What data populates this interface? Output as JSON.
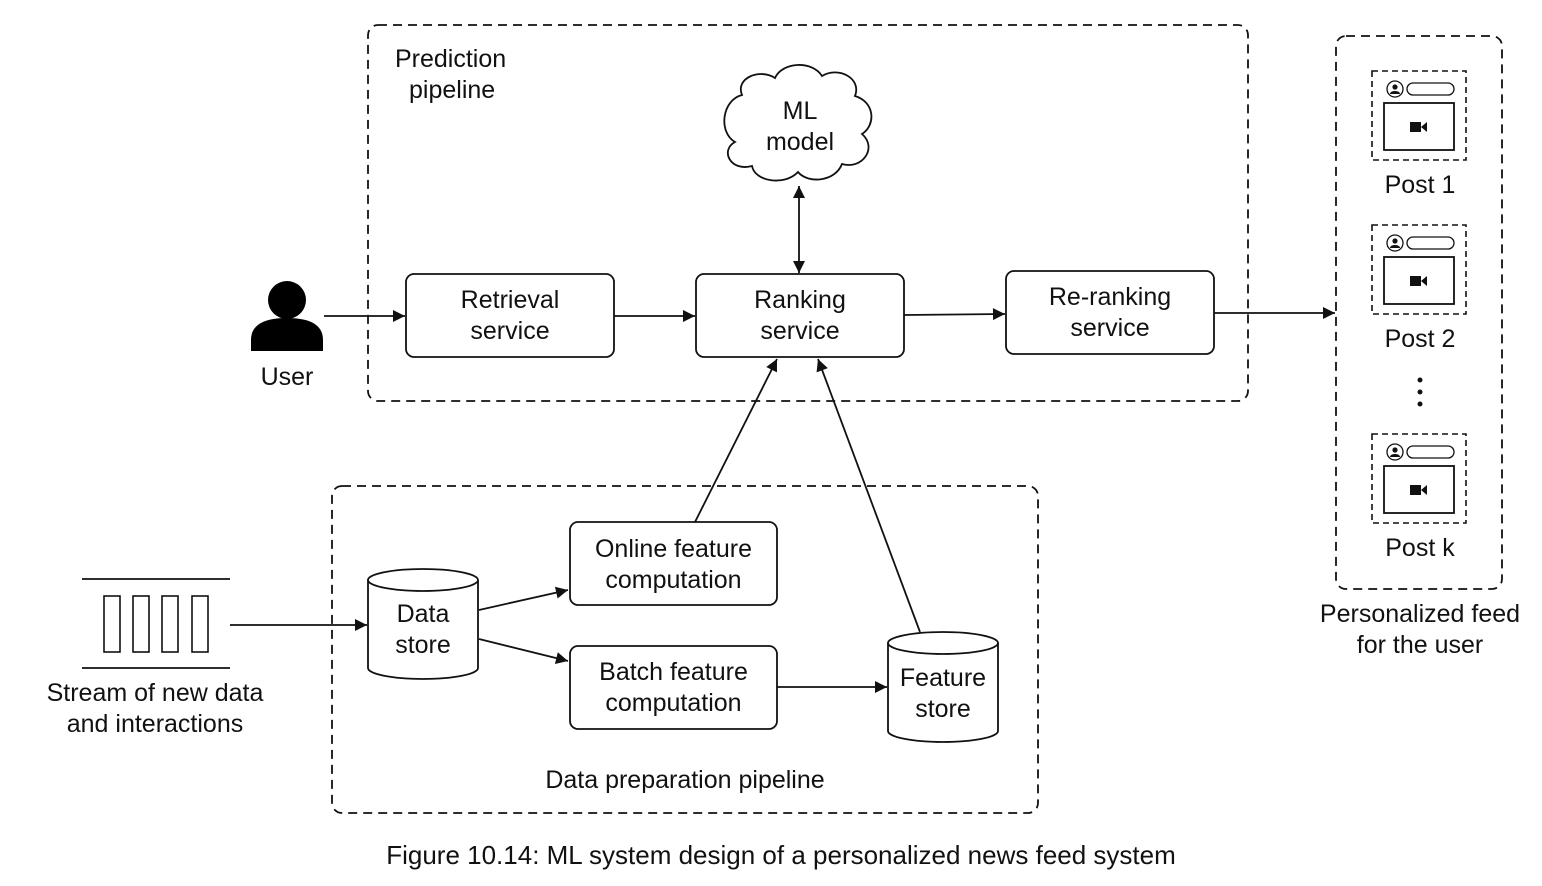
{
  "figure": {
    "caption": "Figure 10.14: ML system design of a personalized news feed system"
  },
  "prediction_pipeline": {
    "title_line1": "Prediction",
    "title_line2": "pipeline",
    "ml_model": {
      "line1": "ML",
      "line2": "model"
    },
    "retrieval": {
      "line1": "Retrieval",
      "line2": "service"
    },
    "ranking": {
      "line1": "Ranking",
      "line2": "service"
    },
    "reranking": {
      "line1": "Re-ranking",
      "line2": "service"
    }
  },
  "user": {
    "label": "User",
    "icon": "user-icon"
  },
  "data_preparation_pipeline": {
    "title": "Data preparation pipeline",
    "data_store": {
      "line1": "Data",
      "line2": "store"
    },
    "online_feature": {
      "line1": "Online feature",
      "line2": "computation"
    },
    "batch_feature": {
      "line1": "Batch feature",
      "line2": "computation"
    },
    "feature_store": {
      "line1": "Feature",
      "line2": "store"
    }
  },
  "stream": {
    "line1": "Stream of new data",
    "line2": "and interactions",
    "icon": "queue-icon"
  },
  "feed": {
    "posts": [
      {
        "label": "Post 1"
      },
      {
        "label": "Post 2"
      },
      {
        "label": "Post k"
      }
    ],
    "ellipsis": "⋮",
    "title_line1": "Personalized feed",
    "title_line2": "for the user"
  }
}
